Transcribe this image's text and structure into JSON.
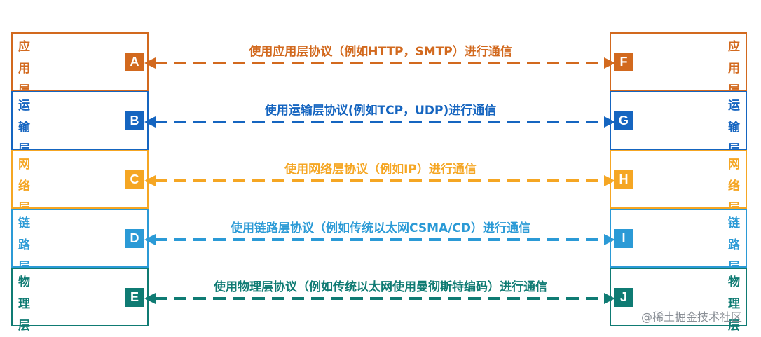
{
  "layers": [
    {
      "id": "application",
      "name": "应用层",
      "chars": [
        "应",
        "用",
        "层"
      ],
      "left_letter": "A",
      "right_letter": "F",
      "label": "使用应用层协议（例如HTTP，SMTP）进行通信",
      "color": "#d2691e"
    },
    {
      "id": "transport",
      "name": "运输层",
      "chars": [
        "运",
        "输",
        "层"
      ],
      "left_letter": "B",
      "right_letter": "G",
      "label": "使用运输层协议(例如TCP，UDP)进行通信",
      "color": "#1565c0"
    },
    {
      "id": "network",
      "name": "网络层",
      "chars": [
        "网",
        "络",
        "层"
      ],
      "left_letter": "C",
      "right_letter": "H",
      "label": "使用网络层协议（例如IP）进行通信",
      "color": "#f5a623"
    },
    {
      "id": "link",
      "name": "链路层",
      "chars": [
        "链",
        "路",
        "层"
      ],
      "left_letter": "D",
      "right_letter": "I",
      "label": "使用链路层协议（例如传统以太网CSMA/CD）进行通信",
      "color": "#2b9ad6"
    },
    {
      "id": "physical",
      "name": "物理层",
      "chars": [
        "物",
        "理",
        "层"
      ],
      "left_letter": "E",
      "right_letter": "J",
      "label": "使用物理层协议（例如传统以太网使用曼彻斯特编码）进行通信",
      "color": "#0f7b73"
    }
  ],
  "watermark": "@稀土掘金技术社区"
}
